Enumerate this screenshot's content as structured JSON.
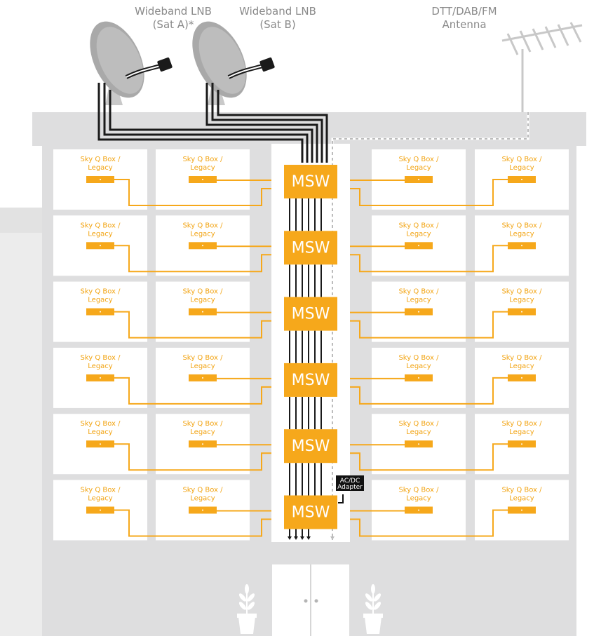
{
  "labels": {
    "lnb_a_line1": "Wideband LNB",
    "lnb_a_line2": "(Sat A)*",
    "lnb_b_line1": "Wideband LNB",
    "lnb_b_line2": "(Sat B)",
    "antenna_line1": "DTT/DAB/FM",
    "antenna_line2": "Antenna",
    "adapter_line1": "AC/DC",
    "adapter_line2": "Adapter"
  },
  "switch_label": "MSW",
  "box_label_line1": "Sky Q Box /",
  "box_label_line2": "Legacy",
  "floors": 6,
  "colors": {
    "orange": "#f6a81b",
    "building": "#dededf",
    "room": "#ffffff",
    "cable": "#1a1a1a",
    "label": "#8a8a8a"
  }
}
